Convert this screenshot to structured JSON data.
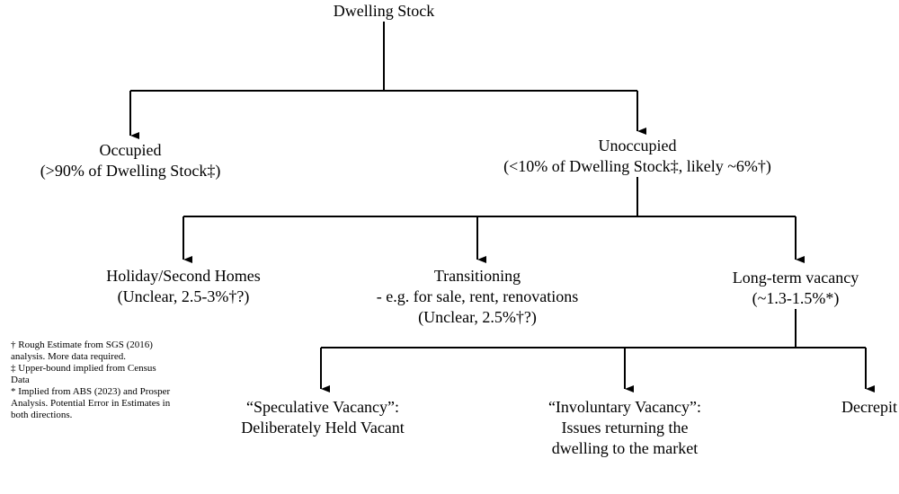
{
  "root": {
    "label": "Dwelling Stock"
  },
  "occupied": {
    "label": "Occupied",
    "share": "(>90% of Dwelling Stock‡)"
  },
  "unoccupied": {
    "label": "Unoccupied",
    "share": "(<10% of Dwelling Stock‡, likely ~6%†)"
  },
  "holiday": {
    "label": "Holiday/Second Homes",
    "share": "(Unclear, 2.5-3%†?)"
  },
  "transitioning": {
    "label": "Transitioning",
    "detail": "- e.g. for sale, rent, renovations",
    "share": "(Unclear, 2.5%†?)"
  },
  "longterm": {
    "label": "Long-term vacancy",
    "share": "(~1.3-1.5%*)"
  },
  "speculative": {
    "line1": "“Speculative Vacancy”:",
    "line2": "Deliberately Held Vacant"
  },
  "involuntary": {
    "line1": "“Involuntary Vacancy”:",
    "line2": "Issues returning the",
    "line3": "dwelling to the market"
  },
  "decrepit": {
    "label": "Decrepit"
  },
  "notes": {
    "dagger": "† Rough Estimate from SGS (2016) analysis. More data required.",
    "double_dagger": "‡ Upper-bound implied from Census Data",
    "asterisk": "* Implied from ABS (2023) and Prosper Analysis. Potential Error in Estimates in both directions."
  }
}
